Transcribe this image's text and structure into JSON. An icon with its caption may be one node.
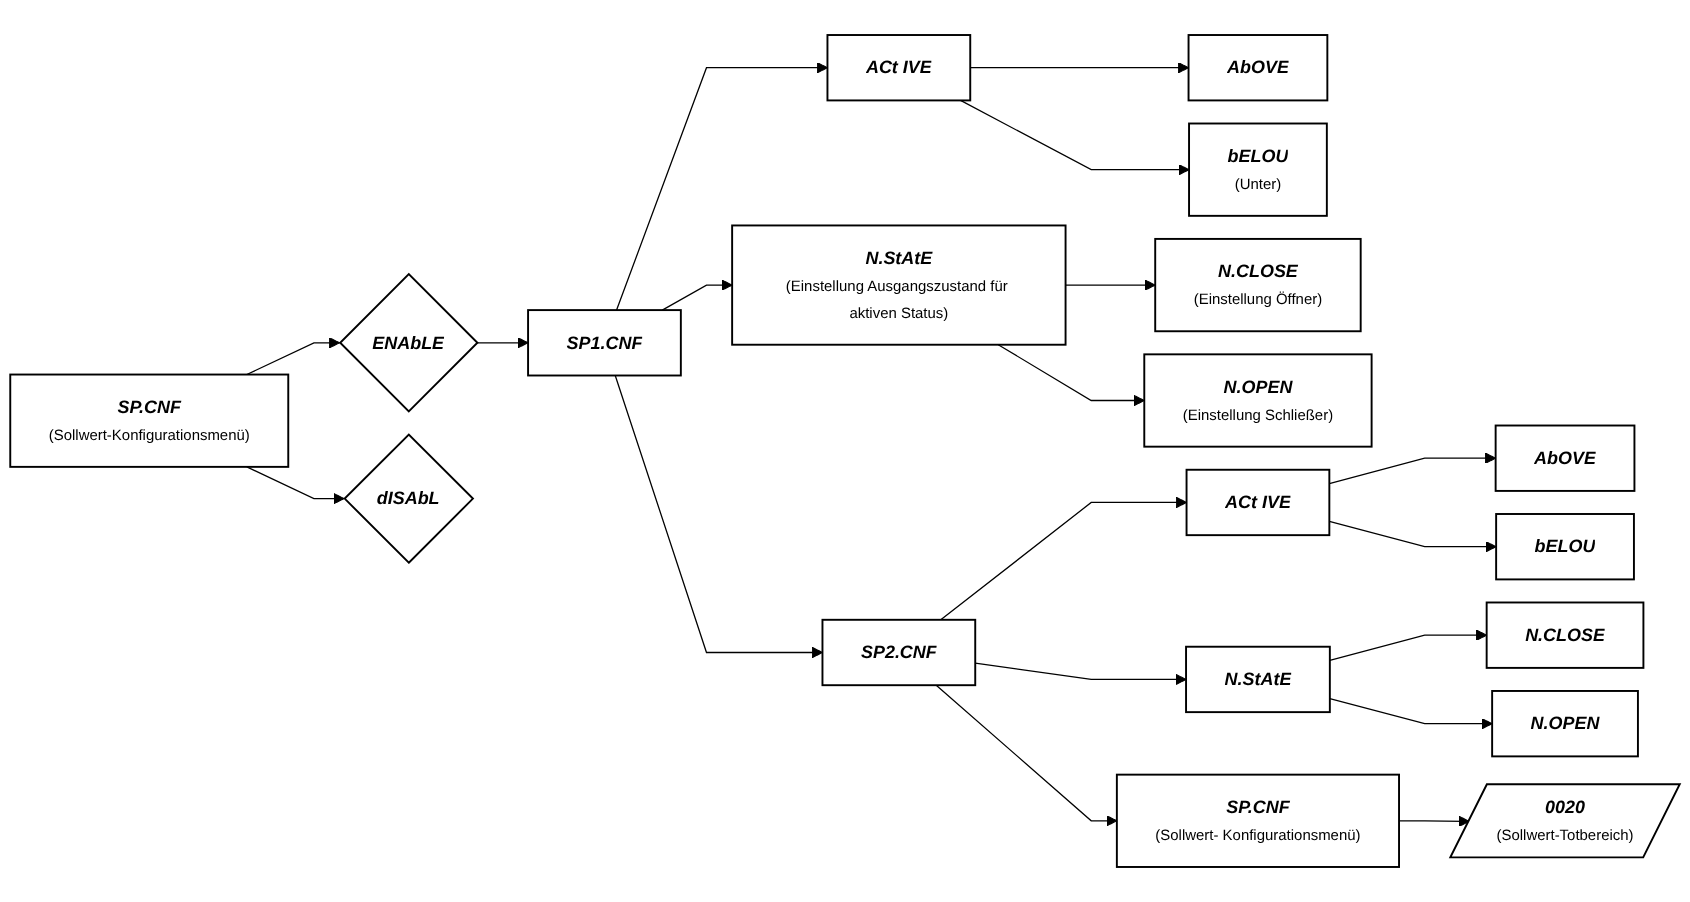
{
  "diagram": {
    "nodes": [
      {
        "text": [
          "SP.CNF",
          "(Sollwert-Konfigurationsmenü)"
        ]
      },
      {
        "text": [
          "ENAbLE"
        ]
      },
      {
        "text": [
          "dISAbL"
        ]
      },
      {
        "text": [
          "SP1.CNF"
        ]
      },
      {
        "text": [
          "ACt IVE"
        ]
      },
      {
        "text": [
          "N.StAtE",
          "(Einstellung Ausgangszustand für aktiven Status)"
        ]
      },
      {
        "text": [
          "AbOVE"
        ]
      },
      {
        "text": [
          "bELOU",
          "(Unter)"
        ]
      },
      {
        "text": [
          "N.CLOSE",
          "(Einstellung Öffner)"
        ]
      },
      {
        "text": [
          "N.OPEN",
          "(Einstellung Schließer)"
        ]
      },
      {
        "text": [
          "SP2.CNF"
        ]
      },
      {
        "text": [
          "ACt IVE"
        ]
      },
      {
        "text": [
          "N.StAtE"
        ]
      },
      {
        "text": [
          "AbOVE"
        ]
      },
      {
        "text": [
          "bELOU"
        ]
      },
      {
        "text": [
          "N.CLOSE"
        ]
      },
      {
        "text": [
          "N.OPEN"
        ]
      },
      {
        "text": [
          "SP.CNF",
          "(Sollwert- Konfigurationsmenü)"
        ]
      },
      {
        "text": [
          "0020",
          "(Sollwert-Totbereich)"
        ]
      }
    ],
    "edges": [
      {
        "from": 0,
        "to": 1,
        "arrow": "to"
      },
      {
        "from": 0,
        "to": 2,
        "arrow": "to"
      },
      {
        "from": 1,
        "to": 3,
        "arrow": "to"
      },
      {
        "from": 3,
        "to": 4,
        "arrow": "to"
      },
      {
        "from": 3,
        "to": 5,
        "arrow": "to"
      },
      {
        "from": 4,
        "to": 6,
        "arrow": "to"
      },
      {
        "from": 4,
        "to": 7,
        "arrow": "to"
      },
      {
        "from": 5,
        "to": 8,
        "arrow": "to"
      },
      {
        "from": 5,
        "to": 9,
        "arrow": "to"
      },
      {
        "from": 3,
        "to": 10,
        "arrow": "to"
      },
      {
        "from": 10,
        "to": 11,
        "arrow": "to"
      },
      {
        "from": 10,
        "to": 12,
        "arrow": "to"
      },
      {
        "from": 11,
        "to": 13,
        "arrow": "to"
      },
      {
        "from": 11,
        "to": 14,
        "arrow": "to"
      },
      {
        "from": 12,
        "to": 15,
        "arrow": "to"
      },
      {
        "from": 12,
        "to": 16,
        "arrow": "to"
      },
      {
        "from": 10,
        "to": 17,
        "arrow": "to"
      },
      {
        "from": 17,
        "to": 18,
        "arrow": "to"
      }
    ]
  }
}
